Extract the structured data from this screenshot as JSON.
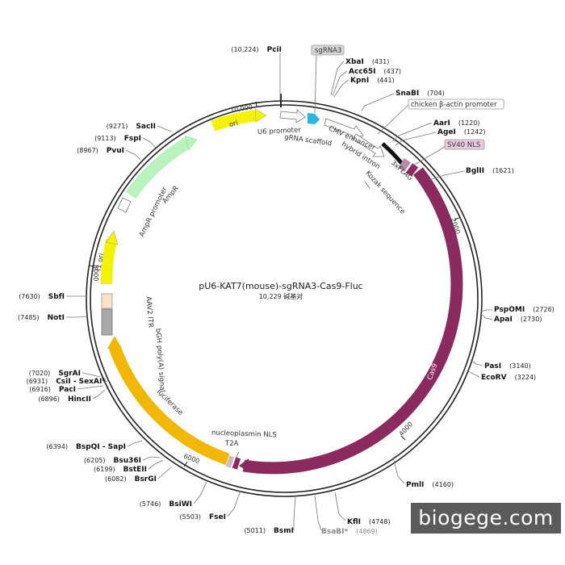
{
  "map": {
    "title": "pU6-KAT7(mouse)-sgRNA3-Cas9-Fluc",
    "subtitle": "10,229 碱基对",
    "total_bp": 10229
  },
  "ticks": [
    {
      "bp": 2000,
      "label": "2000"
    },
    {
      "bp": 4000,
      "label": "4000"
    },
    {
      "bp": 6000,
      "label": "6000"
    },
    {
      "bp": 8000,
      "label": "8000"
    },
    {
      "bp": 10000,
      "label": "10,000"
    }
  ],
  "sites": [
    {
      "name": "PciI",
      "pos": "(10,224)"
    },
    {
      "name": "XbaI",
      "pos": "(431)"
    },
    {
      "name": "Acc65I",
      "pos": "(437)"
    },
    {
      "name": "KpnI",
      "pos": "(441)"
    },
    {
      "name": "SnaBI",
      "pos": "(704)"
    },
    {
      "name": "AarI",
      "pos": "(1220)"
    },
    {
      "name": "AgeI",
      "pos": "(1242)"
    },
    {
      "name": "BglII",
      "pos": "(1621)"
    },
    {
      "name": "PspOMI",
      "pos": "(2726)"
    },
    {
      "name": "ApaI",
      "pos": "(2730)"
    },
    {
      "name": "PasI",
      "pos": "(3140)"
    },
    {
      "name": "EcoRV",
      "pos": "(3224)"
    },
    {
      "name": "PmlI",
      "pos": "(4160)"
    },
    {
      "name": "KflI",
      "pos": "(4748)"
    },
    {
      "name": "BsaBI*",
      "pos": "(4869)"
    },
    {
      "name": "BsmI",
      "pos": "(5011)"
    },
    {
      "name": "FseI",
      "pos": "(5503)"
    },
    {
      "name": "BsiWI",
      "pos": "(5746)"
    },
    {
      "name": "BsrGI",
      "pos": "(6082)"
    },
    {
      "name": "BstEII",
      "pos": "(6199)"
    },
    {
      "name": "Bsu36I",
      "pos": "(6205)"
    },
    {
      "name": "BspQI - SapI",
      "pos": "(6394)"
    },
    {
      "name": "HincII",
      "pos": "(6896)"
    },
    {
      "name": "PacI",
      "pos": "(6916)"
    },
    {
      "name": "CsiI - SexAI*",
      "pos": "(6931)"
    },
    {
      "name": "SgrAI",
      "pos": "(7020)"
    },
    {
      "name": "NotI",
      "pos": "(7485)"
    },
    {
      "name": "SbfI",
      "pos": "(7630)"
    },
    {
      "name": "PvuI",
      "pos": "(8967)"
    },
    {
      "name": "FspI",
      "pos": "(9113)"
    },
    {
      "name": "SacII",
      "pos": "(9271)"
    }
  ],
  "features": [
    {
      "name": "U6 promoter"
    },
    {
      "name": "gRNA scaffold"
    },
    {
      "name": "CMV enhancer"
    },
    {
      "name": "hybrid intron"
    },
    {
      "name": "3xFLAG"
    },
    {
      "name": "Kozak sequence"
    },
    {
      "name": "Cas9",
      "color": "#8b2a5e"
    },
    {
      "name": "nucleoplasmin NLS"
    },
    {
      "name": "T2A"
    },
    {
      "name": "luciferase",
      "color": "#f2b705"
    },
    {
      "name": "bGH poly(A) signal"
    },
    {
      "name": "AAV2 ITR"
    },
    {
      "name": "f1 ori",
      "color": "#f3f300"
    },
    {
      "name": "AmpR promoter"
    },
    {
      "name": "AmpR",
      "color": "#b9f2bd"
    },
    {
      "name": "ori",
      "color": "#f3f300"
    }
  ],
  "boxed_labels": [
    {
      "name": "sgRNA3"
    },
    {
      "name": "chicken β-actin promoter"
    },
    {
      "name": "SV40 NLS"
    }
  ],
  "watermark": "biogege.com"
}
